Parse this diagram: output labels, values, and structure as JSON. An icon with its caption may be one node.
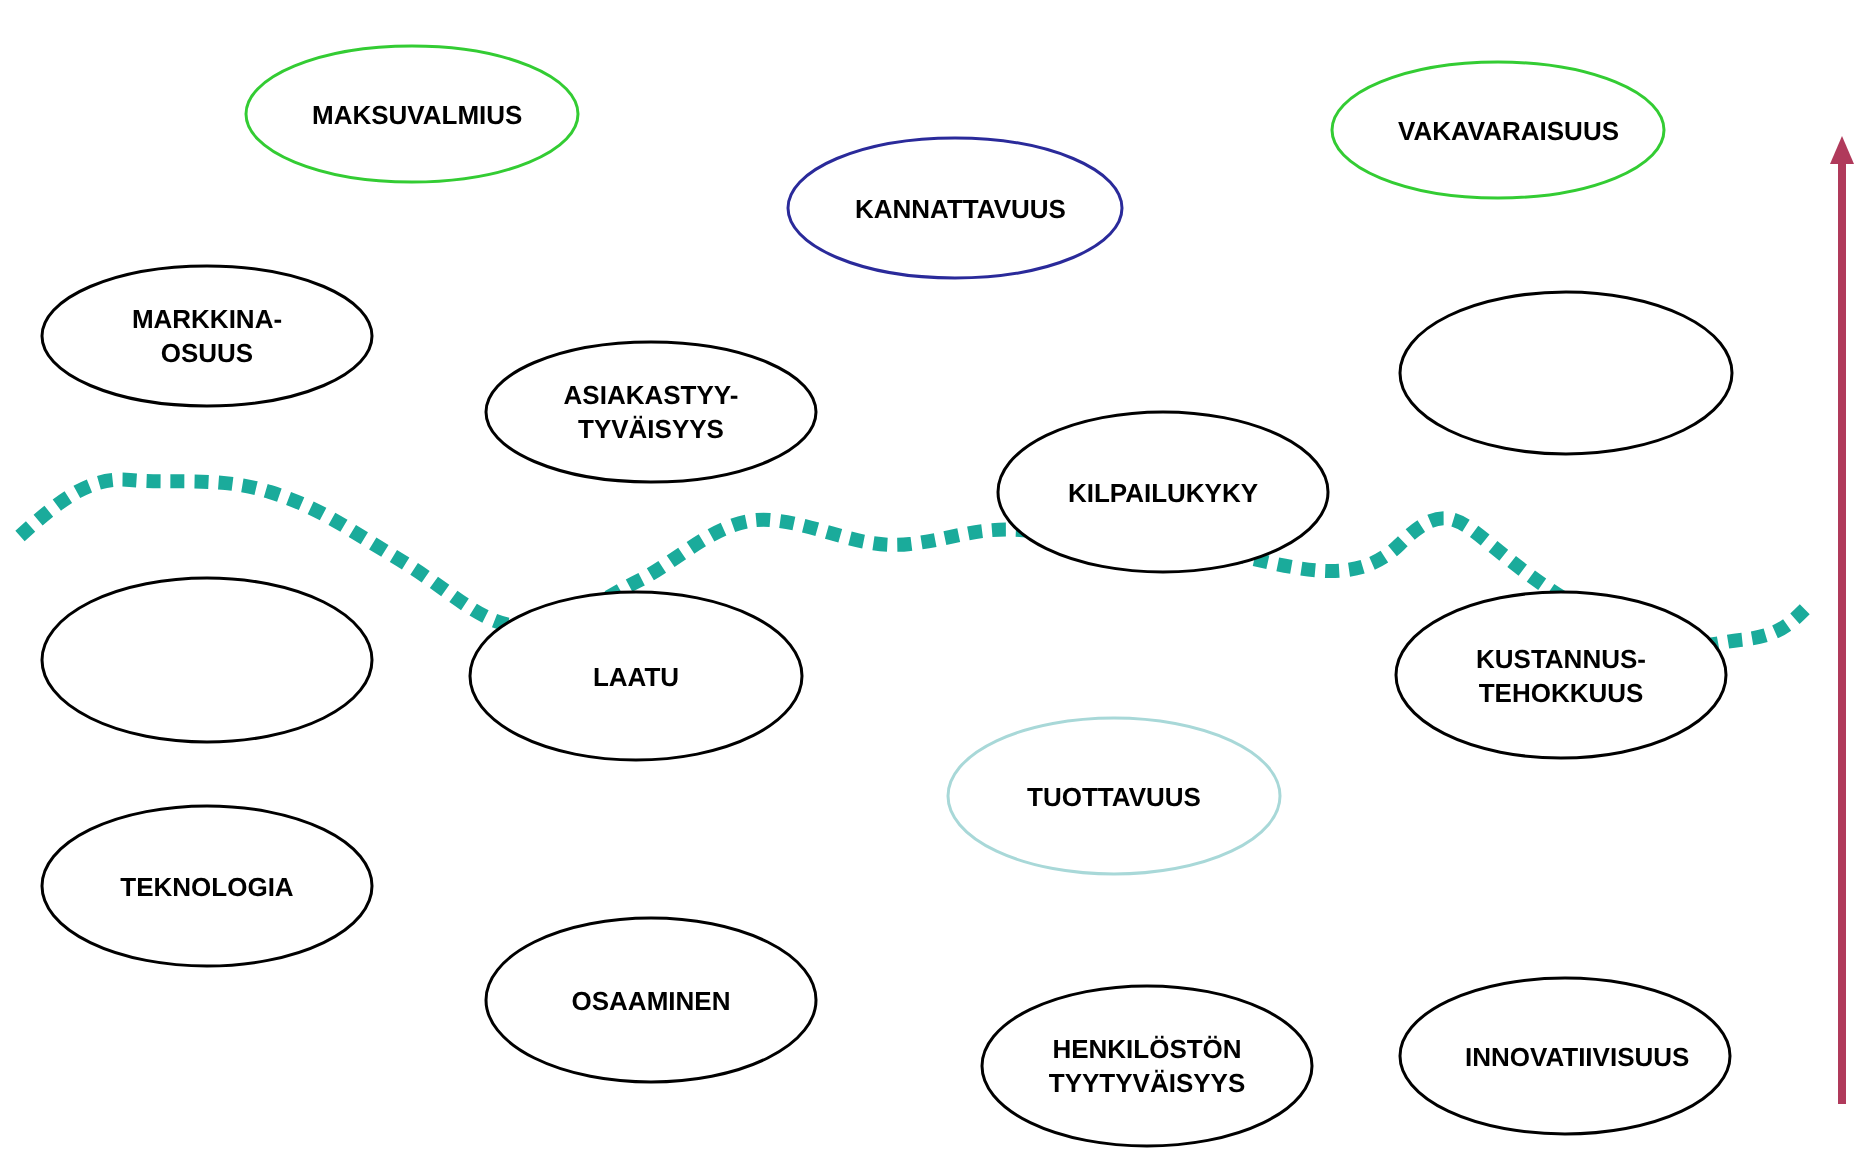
{
  "diagram": {
    "nodes": [
      {
        "text": [
          "MAKSUVALMIUS"
        ]
      },
      {
        "text": [
          "KANNATTAVUUS"
        ]
      },
      {
        "text": [
          "VAKAVARAISUUS"
        ]
      },
      {
        "text": [
          "MARKKINA-OSUUS"
        ]
      },
      {
        "text": [
          "ASIAKASTYY-TYVÄISYYS"
        ]
      },
      {
        "text": [],
        "shape": "ellipse"
      },
      {
        "text": [
          "KILPAILUKYKY"
        ]
      },
      {
        "text": [],
        "shape": "ellipse"
      },
      {
        "text": [
          "LAATU"
        ]
      },
      {
        "text": [
          "KUSTANNUS-TEHOKKUUS"
        ]
      },
      {
        "text": [
          "TUOTTAVUUS"
        ]
      },
      {
        "text": [
          "TEKNOLOGIA"
        ]
      },
      {
        "text": [
          "OSAAMINEN"
        ]
      },
      {
        "text": [
          "HENKILÖSTÖN TYYTYVÄISYYS"
        ]
      },
      {
        "text": [
          "INNOVATIIVISUUS"
        ]
      }
    ]
  }
}
